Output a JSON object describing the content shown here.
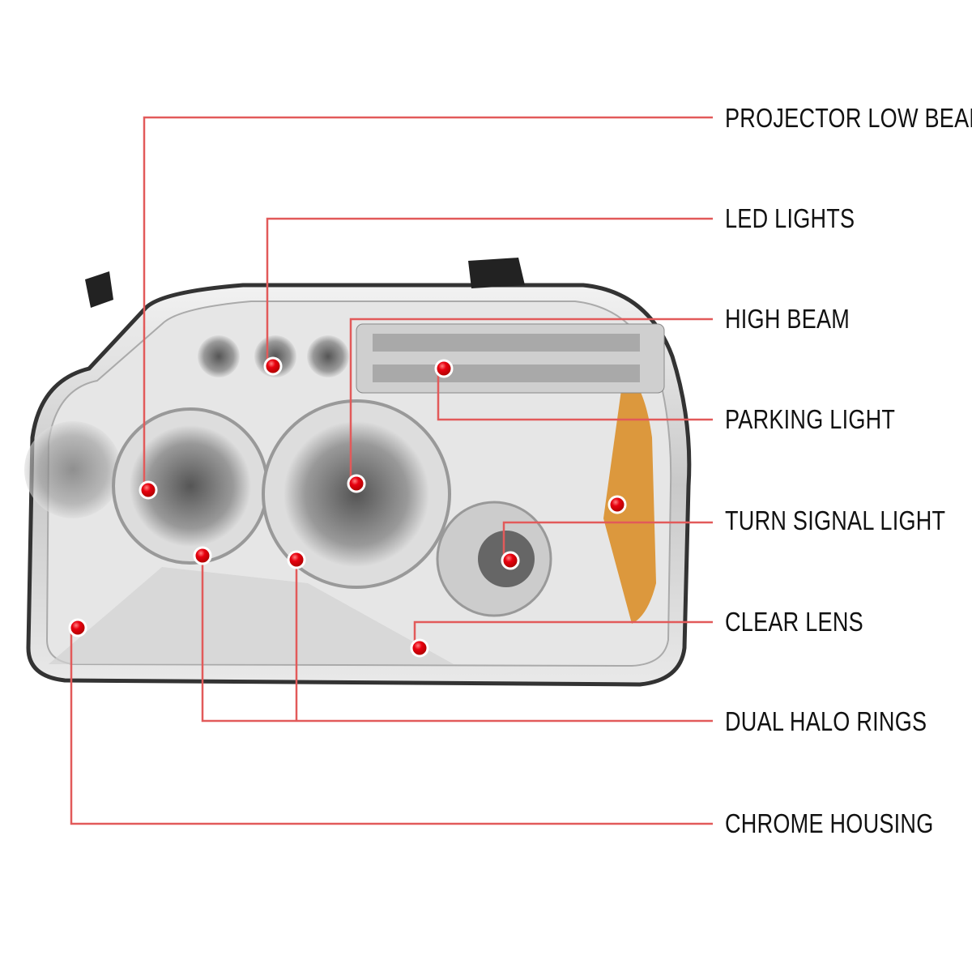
{
  "colors": {
    "line": "#e25a5a",
    "dot": "#e8000f"
  },
  "callouts": [
    {
      "label": "PROJECTOR LOW BEAM"
    },
    {
      "label": "LED LIGHTS"
    },
    {
      "label": "HIGH BEAM"
    },
    {
      "label": "PARKING LIGHT"
    },
    {
      "label": "TURN SIGNAL LIGHT"
    },
    {
      "label": "CLEAR LENS"
    },
    {
      "label": "DUAL HALO RINGS"
    },
    {
      "label": "CHROME HOUSING"
    }
  ]
}
